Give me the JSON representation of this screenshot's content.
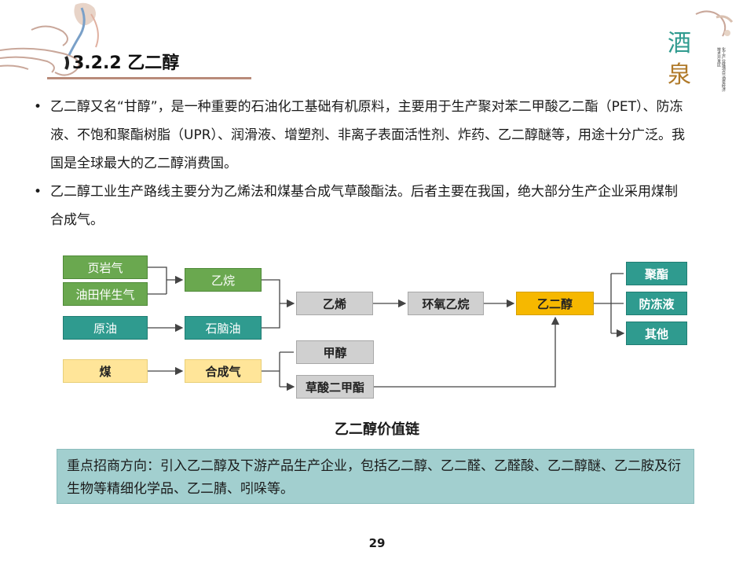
{
  "header": {
    "title": "3.2.2 乙二醇",
    "logo_glyphs": [
      "酒",
      "泉"
    ],
    "logo_side_text": "化工产业链项目 酒泉经济技术开发区",
    "colors": {
      "accent": "#b98b7a",
      "teal": "#2f9b8f",
      "green": "#6aa84f",
      "gold": "#f6b800"
    }
  },
  "bullets": [
    {
      "marker": "•",
      "text": "乙二醇又名“甘醇”，是一种重要的石油化工基础有机原料，主要用于生产聚对苯二甲酸乙二酯（PET）、防冻液、不饱和聚酯树脂（UPR）、润滑液、增塑剂、非离子表面活性剂、炸药、乙二醇醚等，用途十分广泛。我国是全球最大的乙二醇消费国。"
    },
    {
      "marker": "•",
      "text": "乙二醇工业生产路线主要分为乙烯法和煤基合成气草酸酯法。后者主要在我国，绝大部分生产企业采用煤制合成气。"
    }
  ],
  "diagram": {
    "nodes": {
      "shale_gas": "页岩气",
      "oilfield_gas": "油田伴生气",
      "crude_oil": "原油",
      "coal": "煤",
      "ethane": "乙烷",
      "naphtha": "石脑油",
      "syngas": "合成气",
      "ethylene": "乙烯",
      "ethylene_oxide": "环氧乙烷",
      "methanol": "甲醇",
      "dimethyl_oxalate": "草酸二甲酯",
      "ethylene_glycol": "乙二醇",
      "polyester": "聚酯",
      "antifreeze": "防冻液",
      "other": "其他"
    },
    "caption": "乙二醇价值链"
  },
  "callout": {
    "text": "重点招商方向：引入乙二醇及下游产品生产企业，包括乙二醇、乙二醛、乙醛酸、乙二醇醚、乙二胺及衍生物等精细化学品、乙二腈、吲哚等。"
  },
  "page_number": "29"
}
